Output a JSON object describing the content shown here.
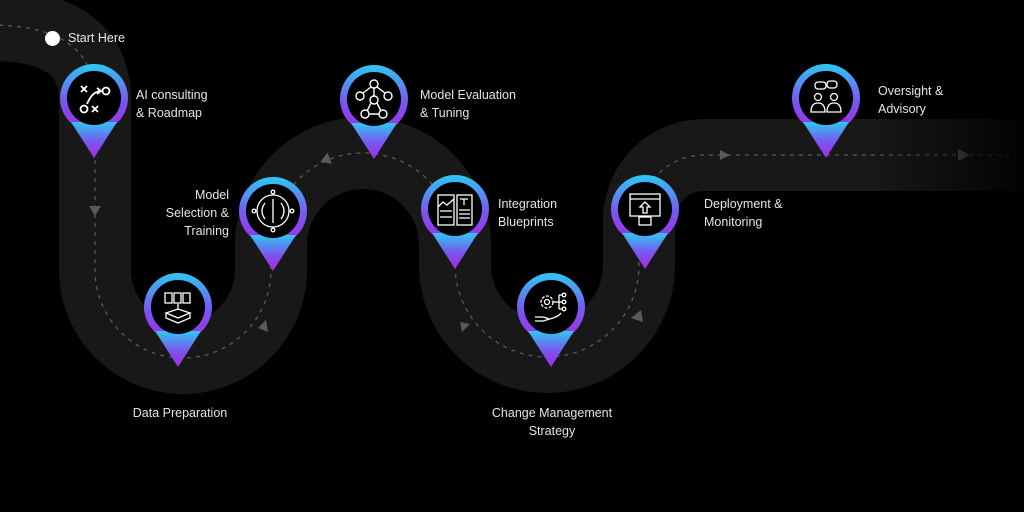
{
  "start": {
    "label": "Start Here"
  },
  "steps": [
    {
      "lines": [
        "AI consulting",
        "& Roadmap"
      ],
      "icon": "strategy-play-icon"
    },
    {
      "lines": [
        "Data Preparation"
      ],
      "icon": "data-stack-icon"
    },
    {
      "lines": [
        "Model",
        "Selection &",
        "Training"
      ],
      "icon": "brain-network-icon"
    },
    {
      "lines": [
        "Model Evaluation",
        "& Tuning"
      ],
      "icon": "node-network-icon"
    },
    {
      "lines": [
        "Integration",
        "Blueprints"
      ],
      "icon": "layout-blueprint-icon"
    },
    {
      "lines": [
        "Change Management",
        "Strategy"
      ],
      "icon": "gear-hand-icon"
    },
    {
      "lines": [
        "Deployment &",
        "Monitoring"
      ],
      "icon": "browser-upload-icon"
    },
    {
      "lines": [
        "Oversight &",
        "Advisory"
      ],
      "icon": "people-chat-icon"
    }
  ],
  "colors": {
    "pin_top": "#2ec8f2",
    "pin_bottom": "#a42ae6",
    "road": "#1a1a1a",
    "dash": "#5a5a5a",
    "text": "#e4e4e4"
  }
}
